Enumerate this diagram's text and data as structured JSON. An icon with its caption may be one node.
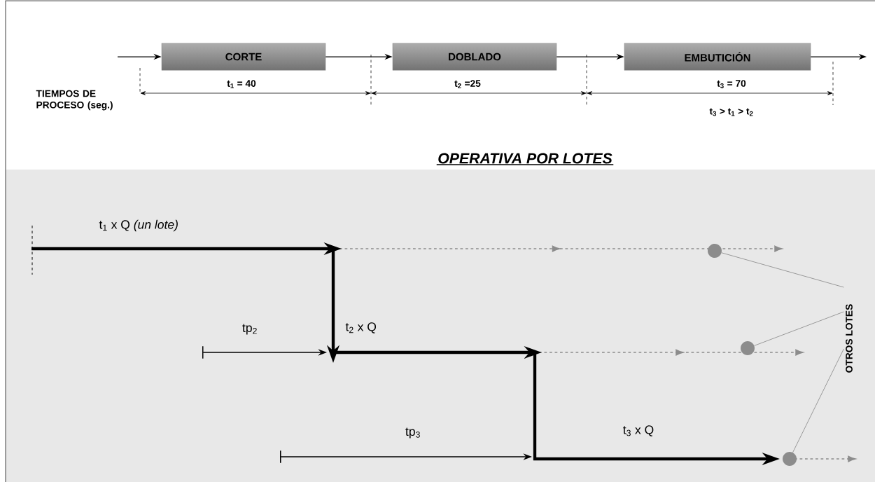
{
  "diagram": {
    "title": "OPERATIVA POR LOTES",
    "nodes": [
      {
        "text": [
          "CORTE"
        ]
      },
      {
        "text": [
          "DOBLADO"
        ]
      },
      {
        "text": [
          "EMBUTICIÓN"
        ]
      },
      {
        "text": [],
        "shape": "circle"
      },
      {
        "text": [],
        "shape": "circle"
      },
      {
        "text": [],
        "shape": "circle"
      },
      {
        "text": [
          "OTROS LOTES"
        ]
      }
    ],
    "edges": [
      {
        "from": null,
        "to": 0,
        "arrow": "to"
      },
      {
        "from": 0,
        "to": 1,
        "arrow": "to"
      },
      {
        "from": 1,
        "to": 2,
        "arrow": "to"
      },
      {
        "from": 2,
        "to": null,
        "arrow": "to"
      },
      {
        "from": 6,
        "to": 3,
        "arrow": "none",
        "color": "#999999"
      },
      {
        "from": 6,
        "to": 4,
        "arrow": "none",
        "color": "#999999"
      },
      {
        "from": 6,
        "to": 5,
        "arrow": "none",
        "color": "#999999"
      }
    ],
    "labels": [
      "TIEMPOS DE PROCESO (seg.)",
      "t$_{1}$ = 40",
      "t$_{2}$ =25",
      "t$_{3}$ = 70",
      "t$_{3}$ > t$_{1}$ > t$_{2}$",
      "t$_{1}$ x Q *(un lote)*",
      "tp$_{2}$",
      "t$_{2}$ x Q",
      "tp$_{3}$",
      "t$_{3}$ x Q"
    ]
  }
}
